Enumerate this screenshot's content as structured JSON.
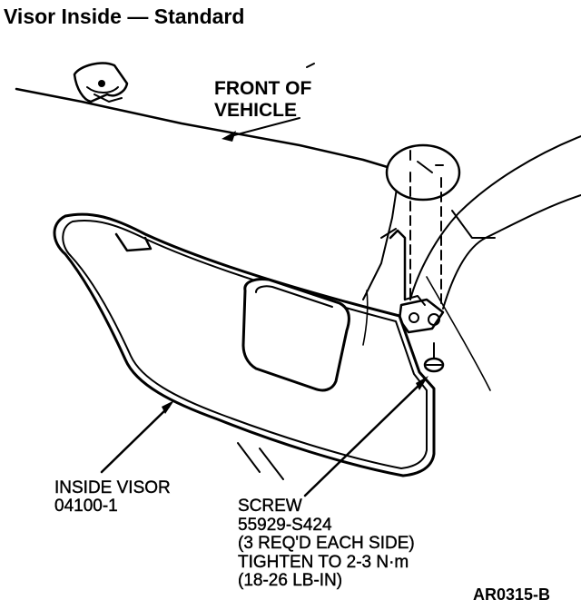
{
  "title": "Visor Inside — Standard",
  "labels": {
    "front_of_vehicle": [
      "FRONT OF",
      "VEHICLE"
    ],
    "inside_visor": [
      "INSIDE VISOR",
      "04100-1"
    ],
    "screw": [
      "SCREW",
      "55929-S424",
      "(3 REQ'D EACH SIDE)",
      "TIGHTEN TO 2-3 N·m",
      "(18-26 LB-IN)"
    ]
  },
  "figure_code": "AR0315-B"
}
